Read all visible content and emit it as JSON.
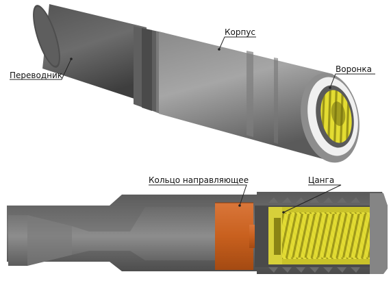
{
  "labels": {
    "perevodnik": "Переводник",
    "korpus": "Корпус",
    "voronka": "Воронка",
    "kolco": "Кольцо направляющее",
    "tsanga": "Цанга"
  },
  "colors": {
    "steel_dark": "#505050",
    "steel_mid": "#6f6f6f",
    "steel_light": "#9a9a9a",
    "guide_ring": "#c8601e",
    "collet": "#e8e03a",
    "leader": "#222222"
  }
}
